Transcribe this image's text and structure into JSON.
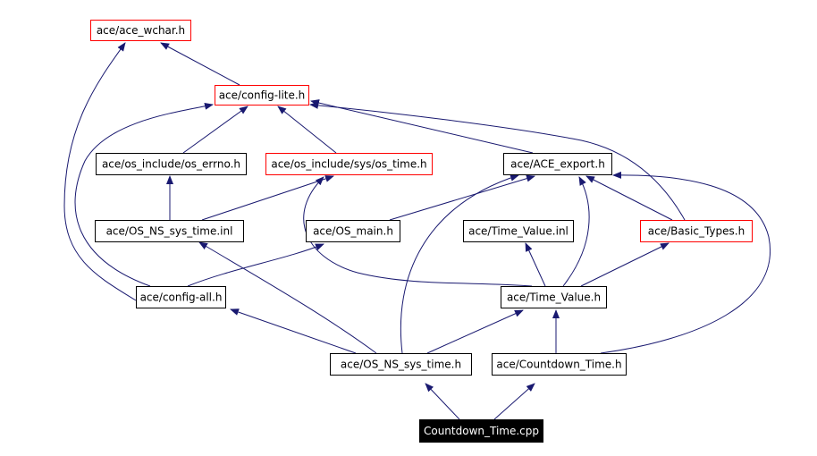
{
  "diagram": {
    "colors": {
      "edge": "#191970",
      "highlight_border": "#ff0000",
      "normal_border": "#000000",
      "root_fill": "#000000",
      "root_text": "#ffffff"
    },
    "nodes": [
      {
        "id": "n-ace-wchar",
        "label": "ace/ace_wchar.h",
        "style": "highlight"
      },
      {
        "id": "n-config-lite",
        "label": "ace/config-lite.h",
        "style": "highlight"
      },
      {
        "id": "n-os-errno",
        "label": "ace/os_include/os_errno.h",
        "style": "normal"
      },
      {
        "id": "n-os-time",
        "label": "ace/os_include/sys/os_time.h",
        "style": "highlight"
      },
      {
        "id": "n-ace-export",
        "label": "ace/ACE_export.h",
        "style": "normal"
      },
      {
        "id": "n-os-ns-inl",
        "label": "ace/OS_NS_sys_time.inl",
        "style": "normal"
      },
      {
        "id": "n-os-main",
        "label": "ace/OS_main.h",
        "style": "normal"
      },
      {
        "id": "n-tv-inl",
        "label": "ace/Time_Value.inl",
        "style": "normal"
      },
      {
        "id": "n-basic-types",
        "label": "ace/Basic_Types.h",
        "style": "highlight"
      },
      {
        "id": "n-config-all",
        "label": "ace/config-all.h",
        "style": "normal"
      },
      {
        "id": "n-time-value",
        "label": "ace/Time_Value.h",
        "style": "normal"
      },
      {
        "id": "n-os-ns-h",
        "label": "ace/OS_NS_sys_time.h",
        "style": "normal"
      },
      {
        "id": "n-countdown-h",
        "label": "ace/Countdown_Time.h",
        "style": "normal"
      },
      {
        "id": "n-countdown-cpp",
        "label": "Countdown_Time.cpp",
        "style": "root"
      }
    ],
    "edges": [
      {
        "from": "n-countdown-cpp",
        "to": "n-os-ns-h"
      },
      {
        "from": "n-countdown-cpp",
        "to": "n-countdown-h"
      },
      {
        "from": "n-os-ns-h",
        "to": "n-config-all"
      },
      {
        "from": "n-os-ns-h",
        "to": "n-os-ns-inl"
      },
      {
        "from": "n-os-ns-h",
        "to": "n-time-value"
      },
      {
        "from": "n-os-ns-h",
        "to": "n-ace-export"
      },
      {
        "from": "n-countdown-h",
        "to": "n-time-value"
      },
      {
        "from": "n-countdown-h",
        "to": "n-ace-export"
      },
      {
        "from": "n-config-all",
        "to": "n-ace-wchar"
      },
      {
        "from": "n-config-all",
        "to": "n-config-lite"
      },
      {
        "from": "n-config-all",
        "to": "n-os-main"
      },
      {
        "from": "n-time-value",
        "to": "n-os-time"
      },
      {
        "from": "n-time-value",
        "to": "n-tv-inl"
      },
      {
        "from": "n-time-value",
        "to": "n-ace-export"
      },
      {
        "from": "n-time-value",
        "to": "n-basic-types"
      },
      {
        "from": "n-os-ns-inl",
        "to": "n-os-errno"
      },
      {
        "from": "n-os-ns-inl",
        "to": "n-os-time"
      },
      {
        "from": "n-os-main",
        "to": "n-ace-export"
      },
      {
        "from": "n-os-errno",
        "to": "n-config-lite"
      },
      {
        "from": "n-os-time",
        "to": "n-config-lite"
      },
      {
        "from": "n-ace-export",
        "to": "n-config-lite"
      },
      {
        "from": "n-basic-types",
        "to": "n-config-lite"
      },
      {
        "from": "n-basic-types",
        "to": "n-ace-export"
      },
      {
        "from": "n-config-lite",
        "to": "n-ace-wchar"
      }
    ]
  }
}
